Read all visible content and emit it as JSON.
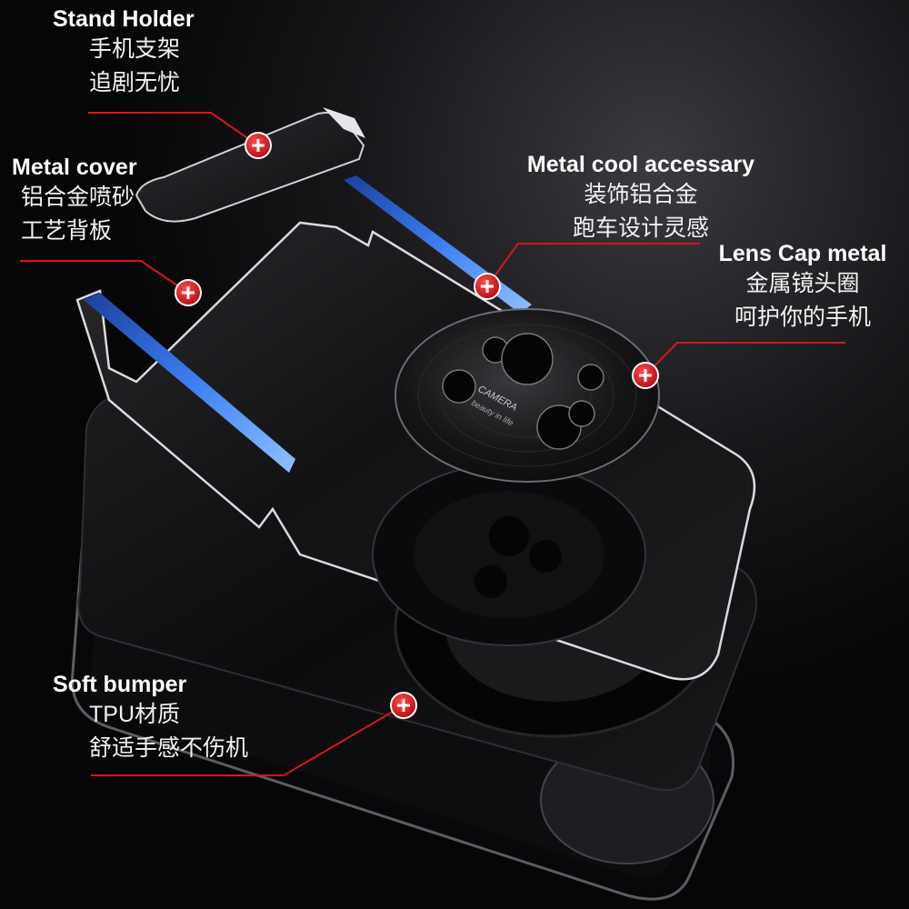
{
  "colors": {
    "background": "#0b0b0d",
    "leader_line": "#d8141a",
    "marker_fill": "#e3131b",
    "blue_strip": "#2a63d8",
    "text": "#ffffff"
  },
  "callouts": [
    {
      "key": "stand",
      "title": "Stand Holder",
      "lines": [
        "手机支架",
        "追剧无忧"
      ]
    },
    {
      "key": "cover",
      "title": "Metal cover",
      "lines": [
        "铝合金喷砂",
        "工艺背板"
      ]
    },
    {
      "key": "accessory",
      "title": "Metal cool accessary",
      "lines": [
        "装饰铝合金",
        "跑车设计灵感"
      ]
    },
    {
      "key": "lens",
      "title": "Lens Cap metal",
      "lines": [
        "金属镜头圈",
        "呵护你的手机"
      ]
    },
    {
      "key": "bumper",
      "title": "Soft bumper",
      "lines": [
        "TPU材质",
        "舒适手感不伤机"
      ]
    }
  ],
  "marker_icon": "plus-circle-icon",
  "lens_disc_text": [
    "CAMERA",
    "beauty in life"
  ]
}
